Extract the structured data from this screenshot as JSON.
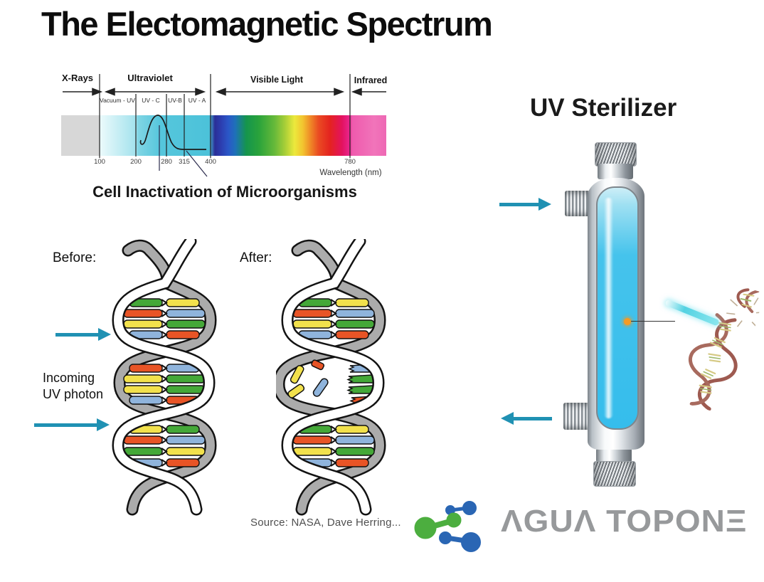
{
  "page": {
    "title": "The Electomagnetic Spectrum"
  },
  "spectrum": {
    "regions": [
      {
        "label": "X-Rays",
        "arrow": "right"
      },
      {
        "label": "Ultraviolet",
        "arrow": "double"
      },
      {
        "label": "Visible Light",
        "arrow": "double"
      },
      {
        "label": "Infrared",
        "arrow": "left"
      }
    ],
    "uv_bands": [
      "Vacuum - UV",
      "UV - C",
      "UV-B",
      "UV - A"
    ],
    "ticks": [
      "100",
      "200",
      "280",
      "315",
      "400",
      "780"
    ],
    "axis_label": "Wavelength (nm)",
    "caption": "Cell Inactivation of Microorganisms"
  },
  "dna": {
    "before_label": "Before:",
    "after_label": "After:",
    "incoming_label": "Incoming\nUV photon",
    "source": "Source: NASA, Dave Herring..."
  },
  "sterilizer": {
    "title": "UV Sterilizer"
  },
  "logo": {
    "brand": "AGUA TOPONE",
    "display": "ΛGUΛ TOPONΞ"
  },
  "colors": {
    "accent_teal": "#2091b3",
    "lamp_blue": "#35bdec",
    "logo_green": "#4cae3f",
    "logo_blue": "#2a66b4",
    "logo_text_gray": "#97999b",
    "dna_green": "#44a838",
    "dna_yellow": "#f2e14c",
    "dna_orange": "#e85426",
    "dna_blue": "#8fb4dc"
  }
}
